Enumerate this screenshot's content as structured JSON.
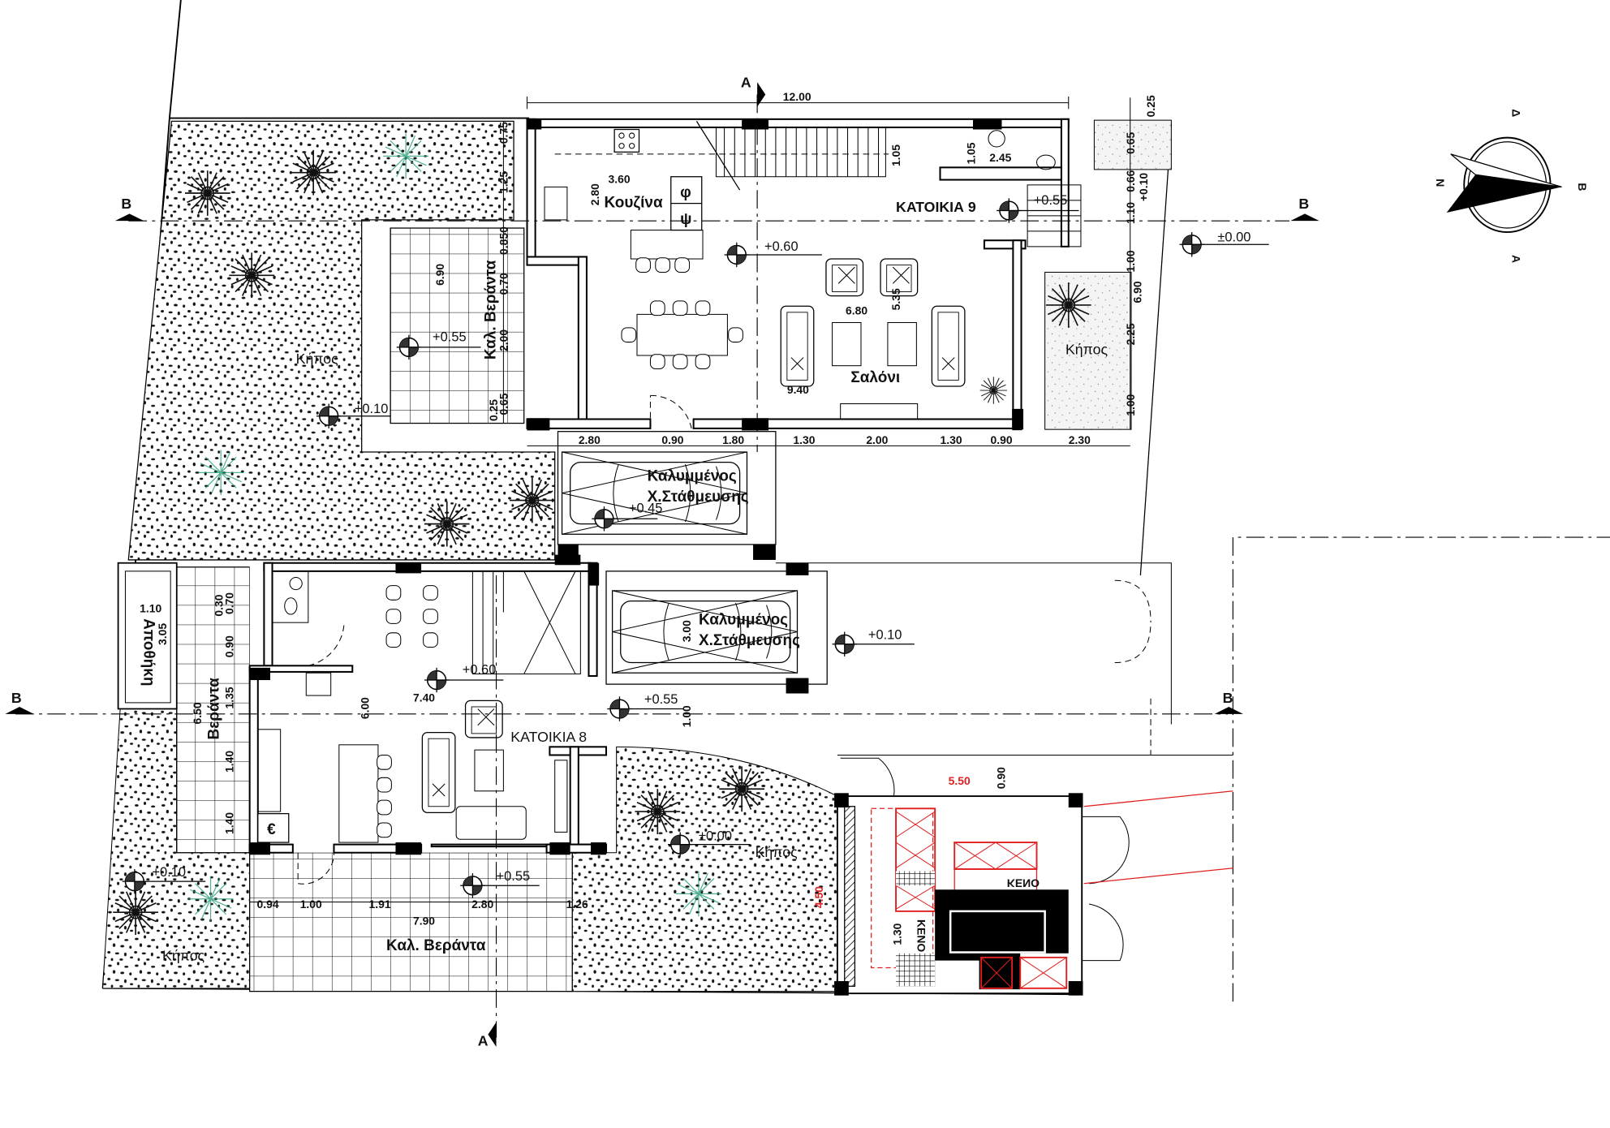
{
  "rooms": {
    "kitchen9": "Κουζίνα",
    "living9": "Σαλόνι",
    "unit9": "ΚΑΤΟΙΚΙΑ 9",
    "unit8": "ΚΑΤΟΙΚΙΑ 8",
    "covered_veranda_top": "Καλ. Βεράντα",
    "covered_veranda_bottom": "Καλ. Βεράντα",
    "veranda_left": "Βεράντα",
    "storage": "Αποθήκη",
    "garden_topleft": "Κήπος",
    "garden_right": "Κήπος",
    "garden_middle": "Κήπος",
    "garden_bottomleft": "Κήπος",
    "parking1_line1": "Καλυμμένος",
    "parking1_line2": "Χ.Στάθμευσης",
    "parking2_line1": "Καλυμμένος",
    "parking2_line2": "Χ.Στάθμευσης",
    "fridge_symbol": "φ",
    "freezer_symbol": "ψ",
    "meter_symbol": "€",
    "kitchen_empty_1": "ΚΕΝΟ",
    "kitchen_empty_2": "ΚΕΝΟ"
  },
  "levels": [
    "+0.60",
    "+0.55",
    "±0.00",
    "+0.55",
    "+0.10",
    "+0.45",
    "+0.10",
    "+0.60",
    "+0.55",
    "+0.55",
    "+0.10",
    "±0.00"
  ],
  "dimensions": {
    "overall_width": "12.00",
    "house9_bottom_chain": [
      "2.80",
      "0.90",
      "1.80",
      "1.30",
      "2.00",
      "1.30",
      "0.90",
      "2.30"
    ],
    "house9_interior": [
      "3.60",
      "2.80",
      "1.05",
      "1.05",
      "2.45",
      "6.80",
      "5.35",
      "9.40"
    ],
    "veranda_top_chain": [
      "0.75",
      "1.25",
      "0.850",
      "0.70",
      "2.00",
      "0.65",
      "0.25",
      "6.90"
    ],
    "right_chain": [
      "0.25",
      "0.65",
      "0.66",
      "+0.10",
      "1.10",
      "1.00",
      "6.90",
      "2.25",
      "1.00"
    ],
    "house8": [
      "1.10",
      "3.05",
      "0.30",
      "0.70",
      "0.90",
      "6.50",
      "1.35",
      "6.00",
      "7.40",
      "1.40",
      "1.40",
      "3.00",
      "1.00"
    ],
    "house8_bottom_chain": [
      "0.94",
      "1.00",
      "1.91",
      "2.80",
      "1.26",
      "7.90"
    ],
    "kitchen_plan": [
      "5.50",
      "0.90",
      "1.30",
      "4.50"
    ]
  },
  "section_markers": {
    "a_top": "A",
    "a_bottom": "A",
    "b_left_top": "B",
    "b_right_top": "B",
    "b_left_bottom": "B",
    "b_right_bottom": "B"
  },
  "compass": {
    "north": "N",
    "east": "Β",
    "south": "Δ",
    "west": "Α"
  },
  "colors": {
    "line": "#000000",
    "red_annotation": "#e02020",
    "garden_green": "#2a9d7a"
  }
}
